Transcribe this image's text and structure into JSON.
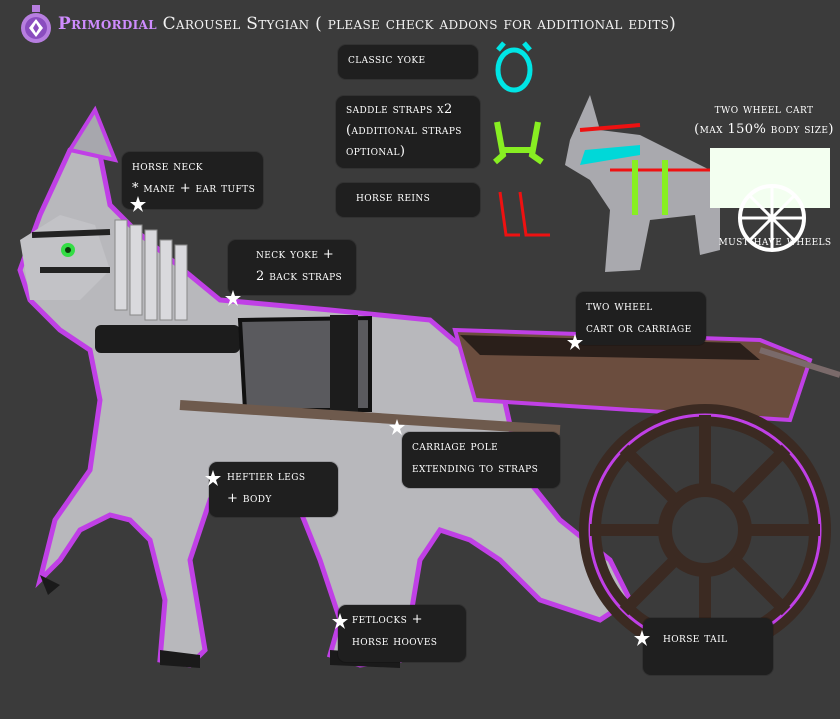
{
  "header": {
    "brand": "Primordial",
    "title": " Carousel Stygian ( please check addons for additional edits)"
  },
  "legend": {
    "classic_yoke": {
      "label": "classic yoke",
      "color": "#00e5e5"
    },
    "saddle_straps": {
      "lines": [
        "saddle straps x2",
        "(additional straps",
        "optional)"
      ],
      "color": "#88ee22"
    },
    "horse_reins": {
      "label": "horse reins",
      "color": "#ee1111"
    }
  },
  "cart_ref": {
    "lines": [
      "two wheel cart",
      "(max 150% body size)"
    ],
    "footer": "must have wheels"
  },
  "callouts": {
    "horse_neck": [
      "horse neck",
      "* mane + ear tufts"
    ],
    "neck_yoke": [
      "neck yoke +",
      "2 back straps"
    ],
    "two_wheel": [
      "two wheel",
      "cart or carriage"
    ],
    "carriage_pole": [
      "carriage pole",
      "extending to straps"
    ],
    "heftier_legs": [
      "heftier legs",
      "+ body"
    ],
    "fetlocks": [
      "fetlocks +",
      "horse hooves"
    ],
    "horse_tail": [
      "horse tail"
    ]
  },
  "icons": {
    "logo": "potion-icon",
    "star": "star-icon"
  }
}
